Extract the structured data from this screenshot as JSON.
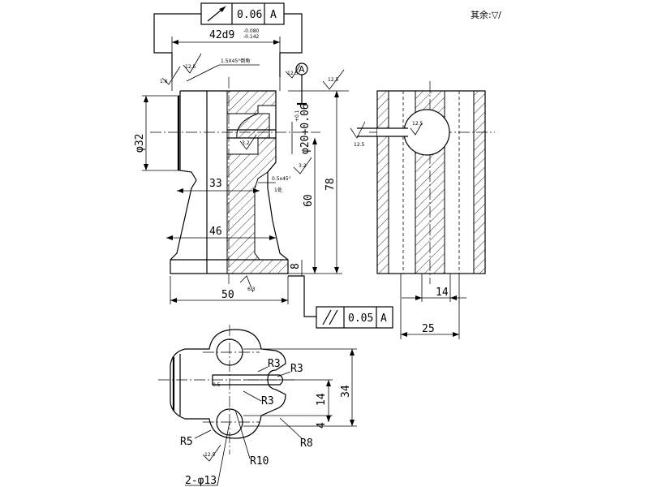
{
  "header": {
    "rest_finish_note": "其余:▽/"
  },
  "tolerance_top": {
    "symbol": "circular-runout",
    "value": "0.06",
    "datum": "A"
  },
  "tolerance_bottom": {
    "symbol": "parallelism",
    "value": "0.05",
    "datum": "A"
  },
  "datum_label": "A",
  "front_view": {
    "dims": {
      "width_top": "42d9",
      "width_top_tol_upper": "-0.080",
      "width_top_tol_lower": "-0.142",
      "chamfer": "1.5X45°倒角",
      "dia_left": "φ32",
      "bore": "φ20+0.06",
      "bore_tol": "+0.1",
      "inner_33": "33",
      "inner_46": "46",
      "base_50": "50",
      "height_60": "60",
      "height_78": "78",
      "base_8": "8",
      "chamfer_small": "0.5x45°",
      "chamfer_small_2": "1处"
    },
    "roughness": {
      "r_top": "12.5",
      "r_left": "1.6",
      "r_tl": "12.5",
      "r_mid": "3.2",
      "r_right": "12.5",
      "r_bottom": "6.3",
      "r_center": "3.2"
    }
  },
  "side_view": {
    "dims": {
      "dim_14": "14",
      "dim_25": "25"
    },
    "roughness": {
      "r_side": "12.5",
      "r_hole": "12.5"
    }
  },
  "plan_view": {
    "dims": {
      "r3_a": "R3",
      "r3_b": "R3",
      "r3_c": "R3",
      "r5": "R5",
      "r8": "R8",
      "r10": "R10",
      "holes": "2-φ13",
      "dim_34": "34",
      "dim_14": "14",
      "dim_4": "4",
      "dim_05": "0.5"
    },
    "roughness": {
      "r_holes": "12.5"
    }
  }
}
